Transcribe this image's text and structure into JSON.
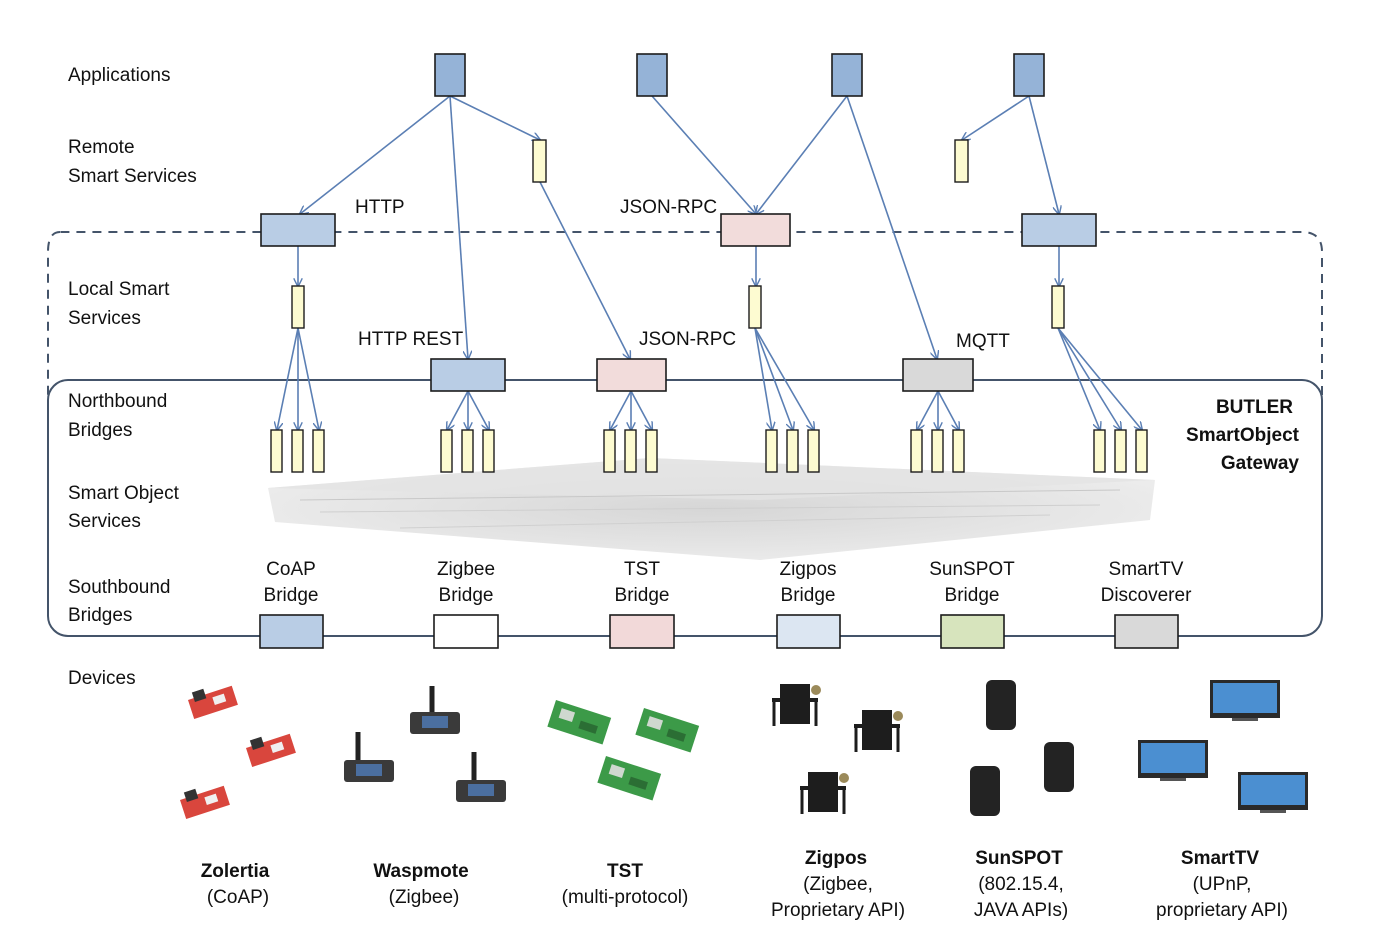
{
  "layers": {
    "applications": "Applications",
    "remote_1": "Remote",
    "remote_2": "Smart Services",
    "local_1": "Local Smart",
    "local_2": "Services",
    "northbound_1": "Northbound",
    "northbound_2": "Bridges",
    "smart_object_1": "Smart Object",
    "smart_object_2": "Services",
    "southbound_1": "Southbound",
    "southbound_2": "Bridges",
    "devices": "Devices"
  },
  "protocols": {
    "http": "HTTP",
    "json_rpc_top": "JSON-RPC",
    "http_rest": "HTTP REST",
    "json_rpc_mid": "JSON-RPC",
    "mqtt": "MQTT"
  },
  "gateway": {
    "line1": "BUTLER",
    "line2": "SmartObject",
    "line3": "Gateway"
  },
  "bridges": [
    {
      "line1": "CoAP",
      "line2": "Bridge",
      "color": "#b9cde5"
    },
    {
      "line1": "Zigbee",
      "line2": "Bridge",
      "color": "#ffffff"
    },
    {
      "line1": "TST",
      "line2": "Bridge",
      "color": "#f2d9d9"
    },
    {
      "line1": "Zigpos",
      "line2": "Bridge",
      "color": "#dce6f2"
    },
    {
      "line1": "SunSPOT",
      "line2": "Bridge",
      "color": "#d7e4bd"
    },
    {
      "line1": "SmartTV",
      "line2": "Discoverer",
      "color": "#d9d9d9"
    }
  ],
  "devices": [
    {
      "name": "Zolertia",
      "line2": "(CoAP)",
      "line3": ""
    },
    {
      "name": "Waspmote",
      "line2": "(Zigbee)",
      "line3": ""
    },
    {
      "name": "TST",
      "line2": "(multi-protocol)",
      "line3": ""
    },
    {
      "name": "Zigpos",
      "line2": "(Zigbee,",
      "line3": "Proprietary API)"
    },
    {
      "name": "SunSPOT",
      "line2": "(802.15.4,",
      "line3": "JAVA APIs)"
    },
    {
      "name": "SmartTV",
      "line2": "(UPnP,",
      "line3": "proprietary API)"
    }
  ],
  "colors": {
    "app_box": "#95b3d7",
    "blue_box": "#b9cde5",
    "pink_box": "#f2dcdb",
    "gray_box": "#d9d9d9",
    "service": "#fdfbd1",
    "arrow": "#5b7fb4",
    "frame": "#44546a"
  }
}
